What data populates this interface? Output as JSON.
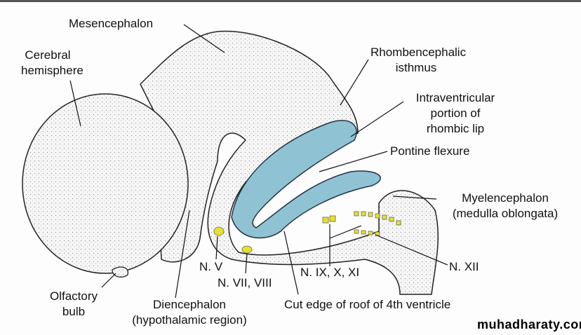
{
  "labels": {
    "mesencephalon": "Mesencephalon",
    "cerebral_hemisphere": [
      "Cerebral",
      "hemisphere"
    ],
    "rhombencephalic_isthmus": [
      "Rhombencephalic",
      "isthmus"
    ],
    "rhombic_lip": [
      "Intraventricular",
      "portion of",
      "rhombic lip"
    ],
    "pontine_flexure": "Pontine flexure",
    "myelencephalon": [
      "Myelencephalon",
      "(medulla oblongata)"
    ],
    "n_v": "N. V",
    "n_vii_viii": "N. VII, VIII",
    "n_ix_x_xi": "N. IX, X, XI",
    "n_xii": "N. XII",
    "olfactory_bulb": [
      "Olfactory",
      "bulb"
    ],
    "diencephalon": [
      "Diencephalon",
      "(hypothalamic region)"
    ],
    "cut_edge": "Cut edge of roof of 4th ventricle"
  },
  "watermark": "muhadharaty.com",
  "colors": {
    "ventricle": "#8fc3d4",
    "nerves": "#e8e030",
    "tissue": "#f4f4f4"
  }
}
